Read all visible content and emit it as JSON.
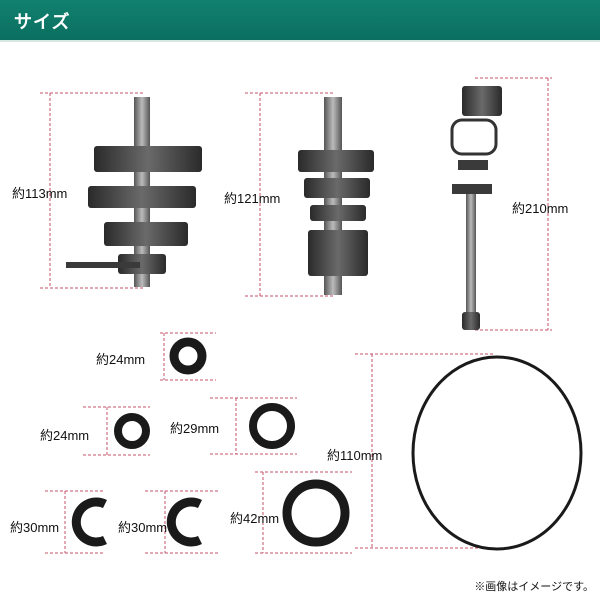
{
  "header": {
    "title": "サイズ",
    "color": "#0e7a6a"
  },
  "dimension_line_color": "#c4506a",
  "items": [
    {
      "label": "約113mm"
    },
    {
      "label": "約121mm"
    },
    {
      "label": "約210mm"
    },
    {
      "label": "約24mm"
    },
    {
      "label": "約24mm"
    },
    {
      "label": "約29mm"
    },
    {
      "label": "約110mm"
    },
    {
      "label": "約30mm"
    },
    {
      "label": "約30mm"
    },
    {
      "label": "約42mm"
    }
  ],
  "footnote": "※画像はイメージです。"
}
